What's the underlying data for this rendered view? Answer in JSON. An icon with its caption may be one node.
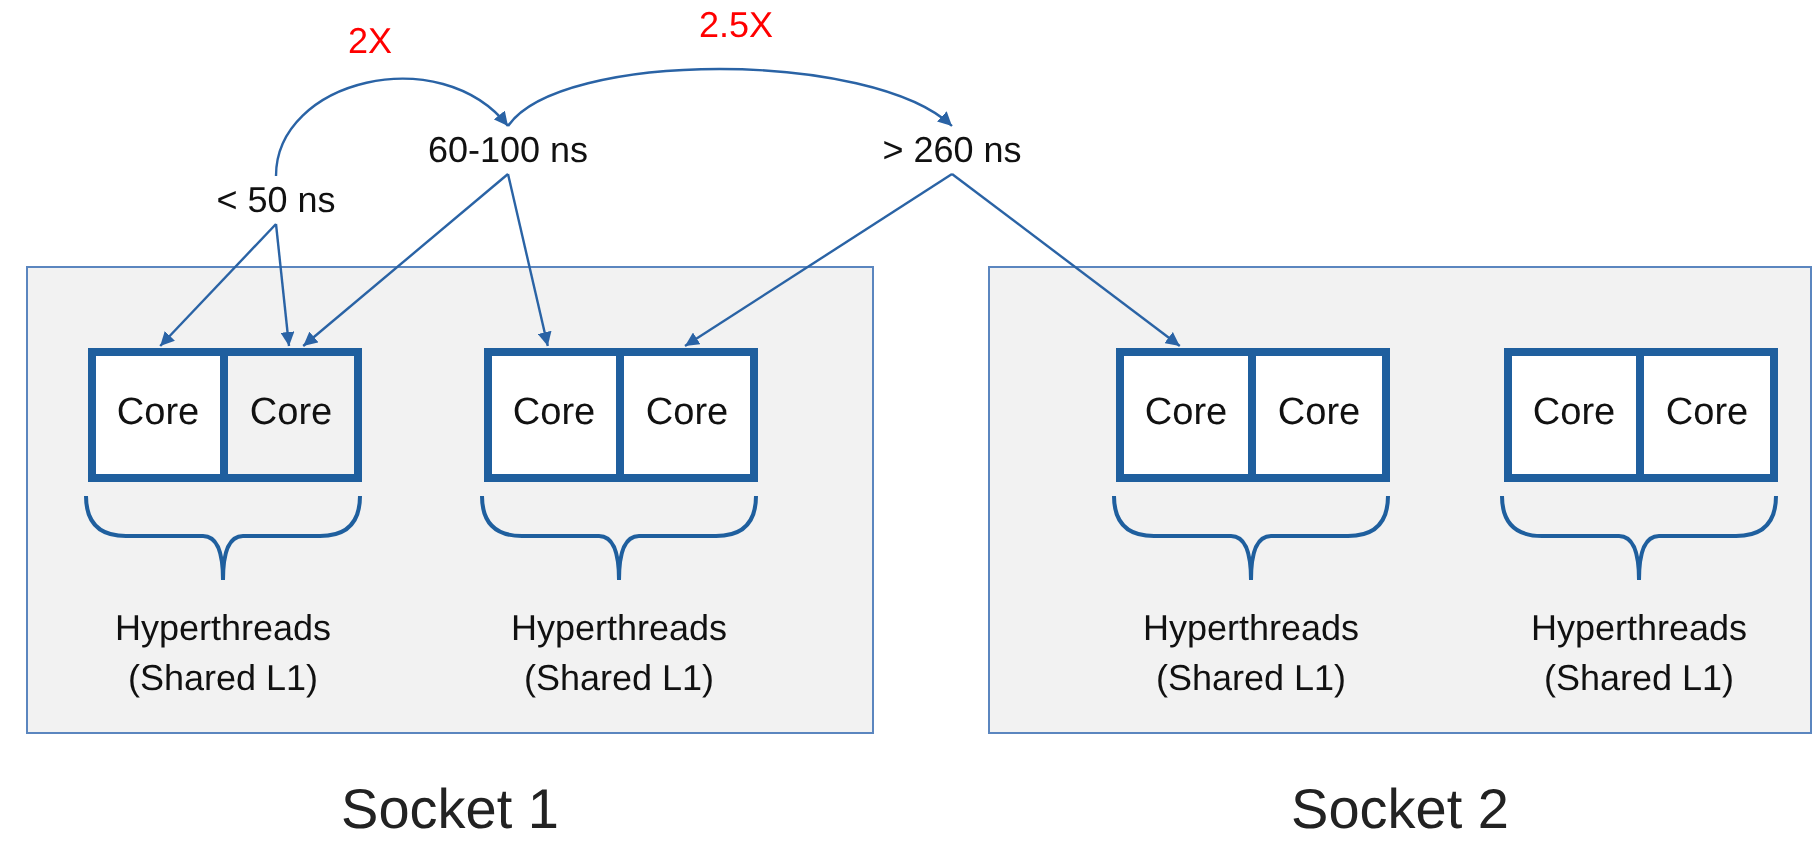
{
  "diagram": {
    "nodes": [
      {
        "text": [
          "< 50 ns"
        ]
      },
      {
        "text": [
          "60-100 ns"
        ]
      },
      {
        "text": [
          "> 260 ns"
        ]
      },
      {
        "text": [
          "Socket 1"
        ]
      },
      {
        "text": [
          "Core"
        ],
        "in": 3
      },
      {
        "text": [
          "Core"
        ],
        "in": 3
      },
      {
        "text": [
          "Core"
        ],
        "in": 3
      },
      {
        "text": [
          "Core"
        ],
        "in": 3
      },
      {
        "text": [
          "Socket 2"
        ]
      },
      {
        "text": [
          "Core"
        ],
        "in": 8
      },
      {
        "text": [
          "Core"
        ],
        "in": 8
      },
      {
        "text": [
          "Core"
        ],
        "in": 8
      },
      {
        "text": [
          "Core"
        ],
        "in": 8
      }
    ],
    "edges": [
      {
        "from": 0,
        "to": 4,
        "arrow": "to"
      },
      {
        "from": 0,
        "to": 5,
        "arrow": "to"
      },
      {
        "from": 1,
        "to": 5,
        "arrow": "to"
      },
      {
        "from": 1,
        "to": 6,
        "arrow": "to"
      },
      {
        "from": 2,
        "to": 7,
        "arrow": "to"
      },
      {
        "from": 2,
        "to": 9,
        "arrow": "to"
      },
      {
        "from": 0,
        "to": 1,
        "arrow": "to",
        "label": "2X"
      },
      {
        "from": 1,
        "to": 2,
        "arrow": "to",
        "label": "2.5X"
      }
    ],
    "labels": [
      "Hyperthreads (Shared L1)",
      "Hyperthreads (Shared L1)",
      "Hyperthreads (Shared L1)",
      "Hyperthreads (Shared L1)"
    ]
  }
}
